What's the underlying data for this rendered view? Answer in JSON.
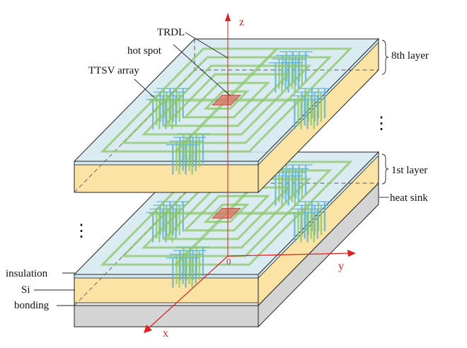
{
  "labels": {
    "trdl": "TRDL",
    "hot_spot": "hot spot",
    "ttsv_array": "TTSV array",
    "layer_8": "8th layer",
    "layer_1": "1st layer",
    "heat_sink": "heat sink",
    "insulation": "insulation",
    "si": "Si",
    "bonding": "bonding",
    "ellipsis_right": "⋮",
    "ellipsis_left": "⋮"
  },
  "axes": {
    "x": "x",
    "y": "y",
    "z": "z",
    "origin": "0"
  },
  "colors": {
    "insulation": "#d3e9f0",
    "si": "#fbe3a6",
    "heat_sink": "#d4d4d4",
    "trdl": "#8cc66a",
    "ttsv": "#5ab2d8",
    "hot_spot": "#d47b6a",
    "axis": "#e02020"
  }
}
